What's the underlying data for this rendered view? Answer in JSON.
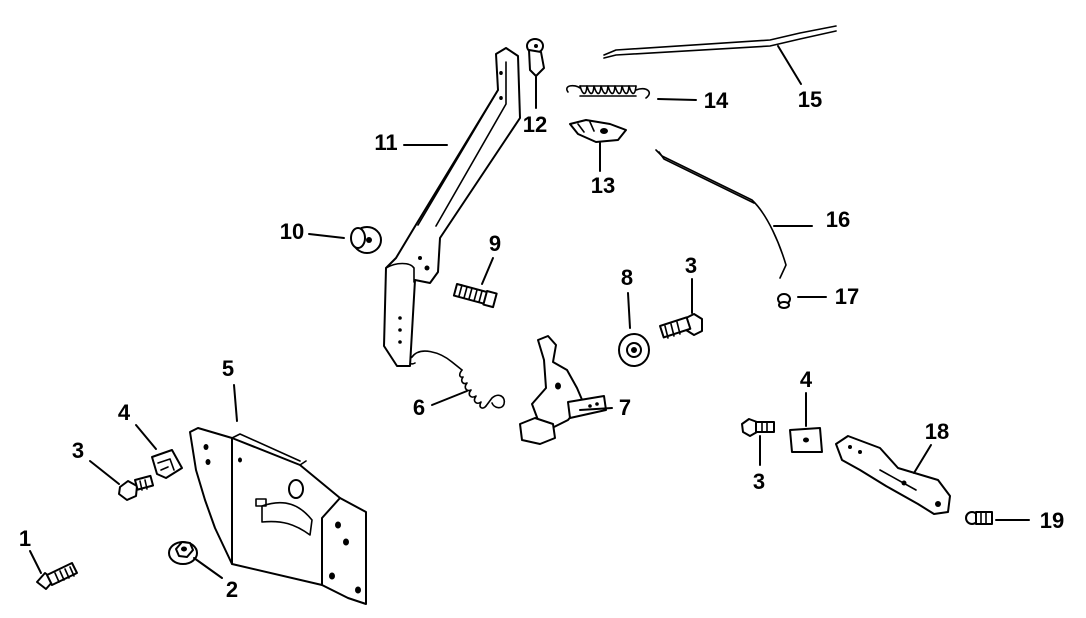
{
  "callouts": {
    "c1": "1",
    "c2": "2",
    "c3a": "3",
    "c3b": "3",
    "c3c": "3",
    "c4a": "4",
    "c4b": "4",
    "c5": "5",
    "c6": "6",
    "c7": "7",
    "c8": "8",
    "c9": "9",
    "c10": "10",
    "c11": "11",
    "c12": "12",
    "c13": "13",
    "c14": "14",
    "c15": "15",
    "c16": "16",
    "c17": "17",
    "c18": "18",
    "c19": "19"
  }
}
